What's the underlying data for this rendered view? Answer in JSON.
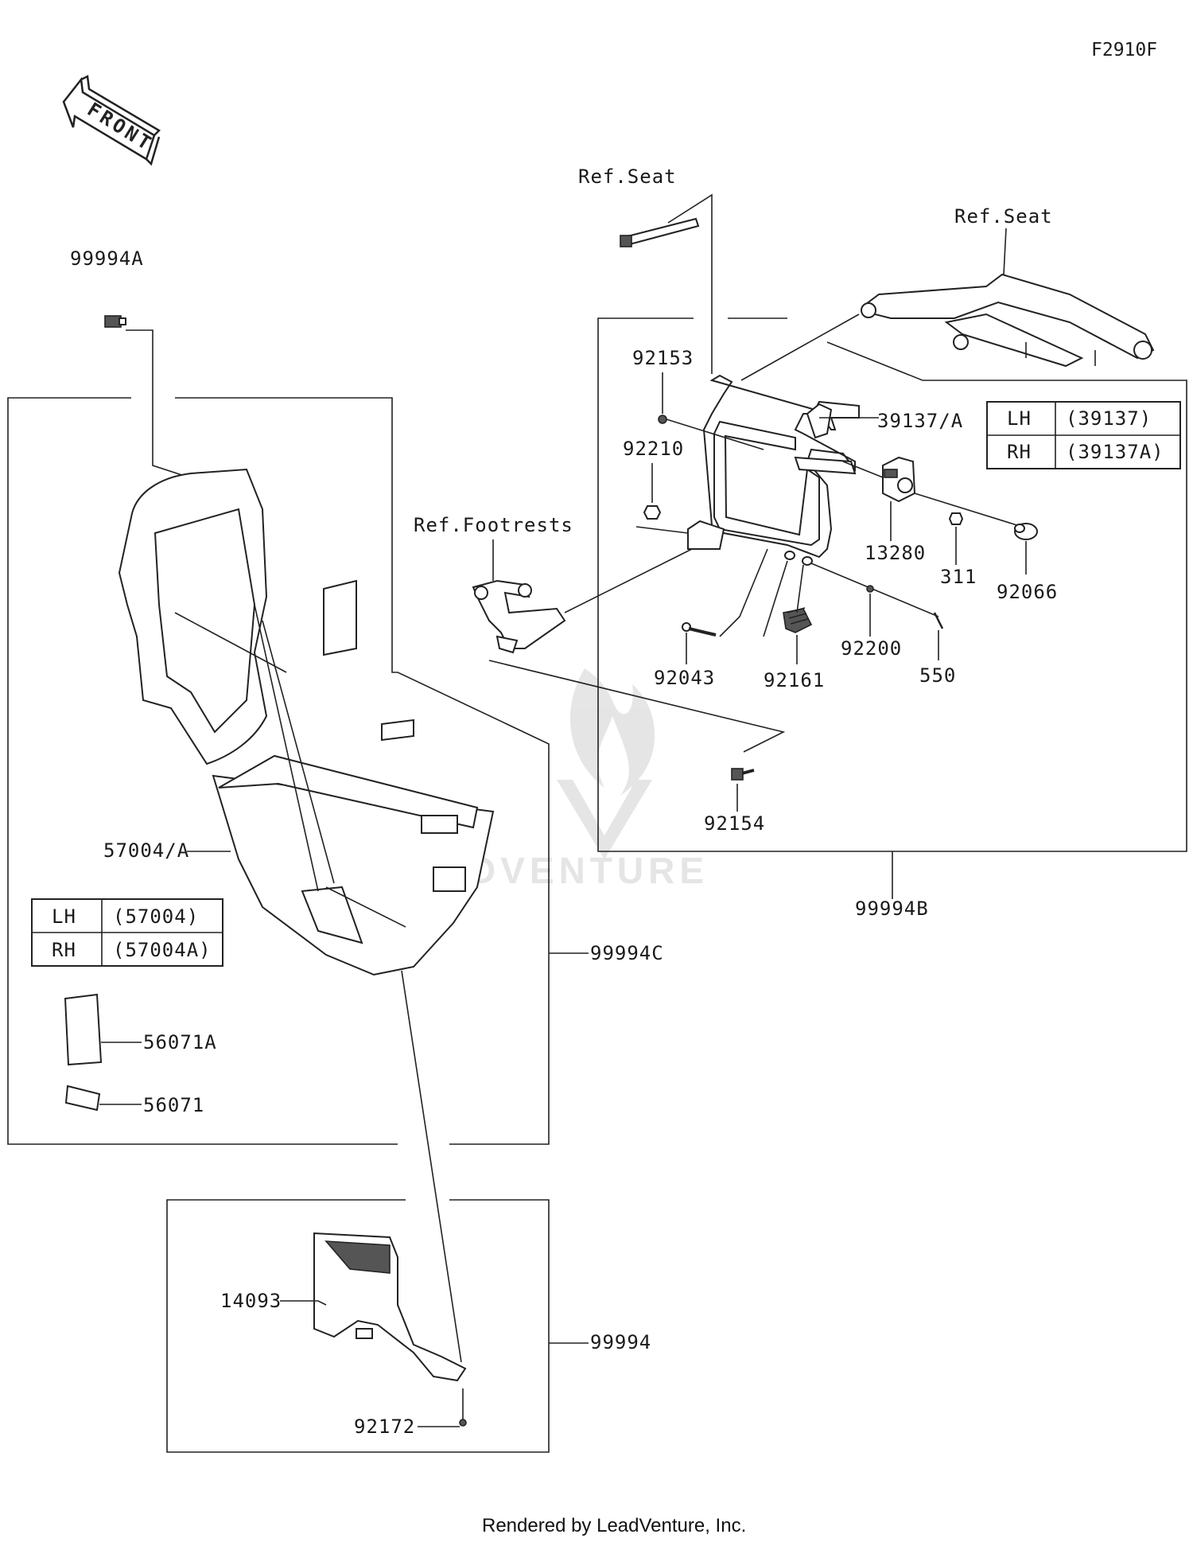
{
  "figure_code": "F2910F",
  "front_label": "FRONT",
  "footer": "Rendered by LeadVenture, Inc.",
  "watermark": "LEADVENTURE",
  "callouts": {
    "p99994A": "99994A",
    "ref_seat_1": "Ref.Seat",
    "ref_seat_2": "Ref.Seat",
    "p92153": "92153",
    "p39137A": "39137/A",
    "p92210": "92210",
    "ref_footrests": "Ref.Footrests",
    "p13280": "13280",
    "p311": "311",
    "p92066": "92066",
    "p92200": "92200",
    "p550": "550",
    "p92043": "92043",
    "p92161": "92161",
    "p92154": "92154",
    "p99994B": "99994B",
    "p57004A": "57004/A",
    "p99994C": "99994C",
    "p56071A": "56071A",
    "p56071": "56071",
    "p14093": "14093",
    "p99994": "99994",
    "p92172": "92172"
  },
  "table_bracket": [
    {
      "side": "LH",
      "part": "(39137)"
    },
    {
      "side": "RH",
      "part": "(39137A)"
    }
  ],
  "table_case": [
    {
      "side": "LH",
      "part": "(57004)"
    },
    {
      "side": "RH",
      "part": "(57004A)"
    }
  ]
}
